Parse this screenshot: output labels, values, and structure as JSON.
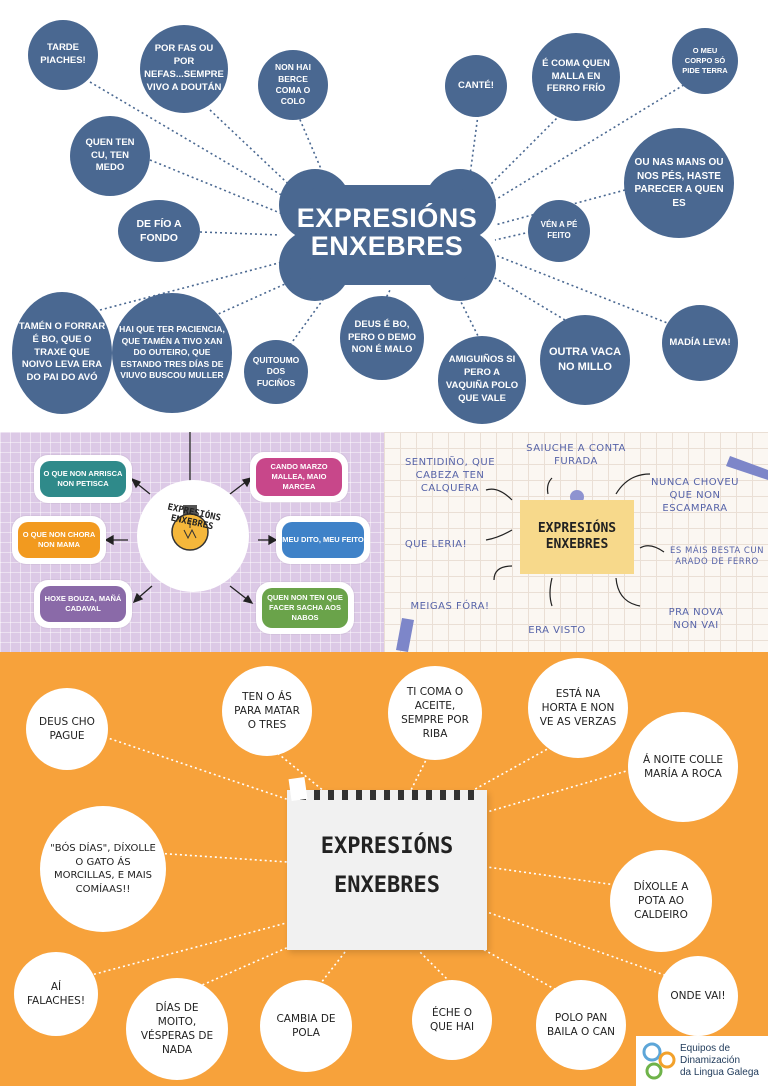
{
  "colors": {
    "blue": "#4a6891",
    "orange": "#f7a23b",
    "lilac": "#dcc9e6",
    "sticky": "#f7d98b",
    "ink": "#5663a8"
  },
  "section1": {
    "title_line1": "EXPRESIÓNS",
    "title_line2": "ENXEBRES",
    "bubbles": [
      "TARDE PIACHES!",
      "POR FAS OU POR NEFAS...SEMPRE VIVO A DOUTÁN",
      "NON HAI BERCE COMA O COLO",
      "CANTÉ!",
      "É COMA QUEN MALLA EN FERRO FRÍO",
      "O MEU CORPO SÓ PIDE TERRA",
      "QUEN TEN CU, TEN MEDO",
      "OU NAS MANS OU NOS PÉS, HASTE PARECER A QUEN ES",
      "DE FÍO A FONDO",
      "VÉN A PÉ FEITO",
      "TAMÉN O FORRAR É BO, QUE O TRAXE QUE NOIVO LEVA ERA DO PAI DO AVÓ",
      "HAI QUE TER PACIENCIA, QUE TAMÉN A TIVO XAN DO OUTEIRO, QUE ESTANDO TRES DÍAS DE VIUVO BUSCOU MULLER",
      "QUITOUMO DOS FUCIÑOS",
      "DEUS É BO, PERO O DEMO NON É MALO",
      "AMIGUIÑOS SI PERO A VAQUIÑA POLO QUE VALE",
      "OUTRA VACA NO MILLO",
      "MADÍA LEVA!"
    ]
  },
  "section2": {
    "circle_text": "EXPRESIÓNS ENXEBRES",
    "pills": [
      "O QUE NON ARRISCA NON PETISCA",
      "O QUE NON CHORA NON MAMA",
      "HOXE BOUZA, MAÑÁ CADAVAL",
      "CANDO MARZO MALLEA, MAIO MARCEA",
      "MEU DITO, MEU FEITO",
      "QUEN NON TEN QUE FACER SACHA AOS NABOS"
    ]
  },
  "section3": {
    "title": "EXPRESIÓNS ENXEBRES",
    "items": [
      "SENTIDIÑO, QUE CABEZA TEN CALQUERA",
      "SAIUCHE A CONTA FURADA",
      "NUNCA CHOVEU QUE NON ESCAMPARA",
      "QUE LERIA!",
      "ES MÁIS BESTA CUN ARADO DE FERRO",
      "MEIGAS FÓRA!",
      "ERA VISTO",
      "PRA NOVA NON VAI"
    ]
  },
  "section4": {
    "title_line1": "EXPRESIÓNS",
    "title_line2": "ENXEBRES",
    "bubbles": [
      "DEUS CHO PAGUE",
      "TEN O ÁS PARA MATAR O TRES",
      "TI COMA O ACEITE, SEMPRE POR RIBA",
      "ESTÁ NA HORTA E NON VE AS VERZAS",
      "Á NOITE COLLE MARÍA A ROCA",
      "\"BÓS DÍAS\", DÍXOLLE O GATO ÁS MORCILLAS, E MAIS COMÍAAS!!",
      "DÍXOLLE A POTA AO CALDEIRO",
      "AÍ FALACHES!",
      "DÍAS DE MOITO, VÉSPERAS DE NADA",
      "CAMBIA DE POLA",
      "ÉCHE O QUE HAI",
      "POLO PAN BAILA O CAN",
      "ONDE VAI!"
    ]
  },
  "logo": {
    "line1": "Equipos de",
    "line2": "Dinamización",
    "line3": "da Lingua Galega"
  }
}
